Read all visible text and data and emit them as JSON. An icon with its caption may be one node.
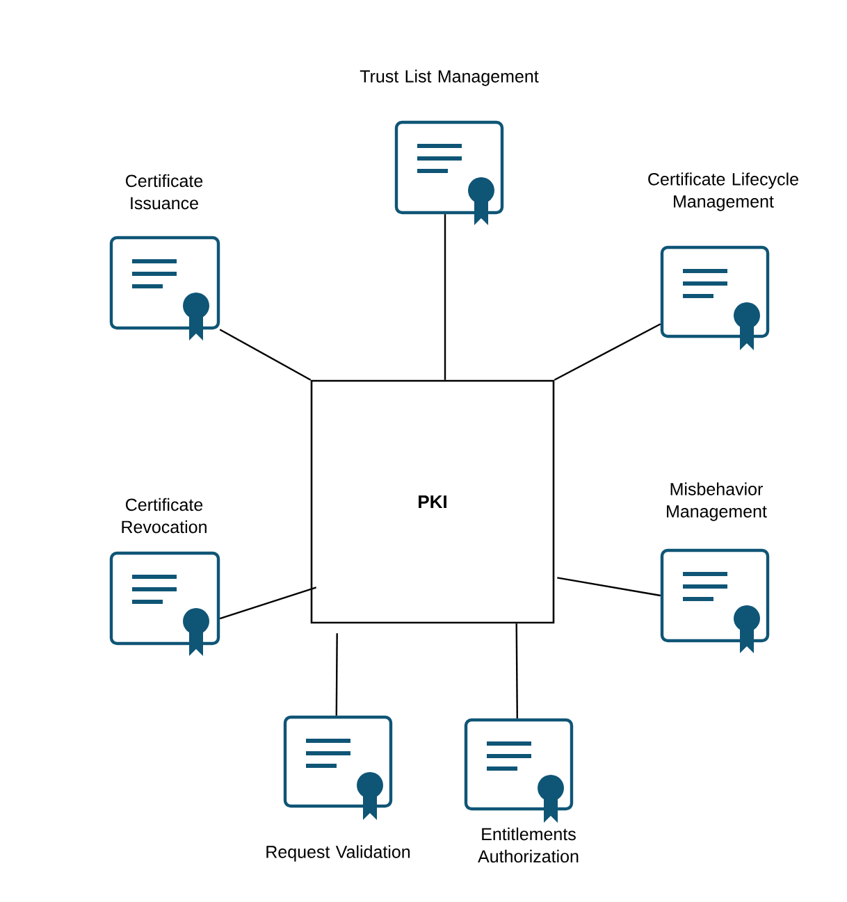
{
  "diagram": {
    "nodes": [
      {
        "text": [
          "Trust List Management"
        ]
      },
      {
        "text": [
          "Certificate Issuance"
        ]
      },
      {
        "text": [
          "Certificate Lifecycle Management"
        ]
      },
      {
        "text": [
          "PKI"
        ]
      },
      {
        "text": [
          "Certificate Revocation"
        ]
      },
      {
        "text": [
          "Misbehavior Management"
        ]
      },
      {
        "text": [
          "Request Validation"
        ]
      },
      {
        "text": [
          "Entitlements Authorization"
        ]
      }
    ],
    "edges": [
      {
        "from": 3,
        "to": 0,
        "arrow": "none"
      },
      {
        "from": 3,
        "to": 1,
        "arrow": "none"
      },
      {
        "from": 3,
        "to": 2,
        "arrow": "none"
      },
      {
        "from": 3,
        "to": 4,
        "arrow": "none"
      },
      {
        "from": 3,
        "to": 5,
        "arrow": "none"
      },
      {
        "from": 3,
        "to": 6,
        "arrow": "none"
      },
      {
        "from": 3,
        "to": 7,
        "arrow": "none"
      }
    ]
  }
}
